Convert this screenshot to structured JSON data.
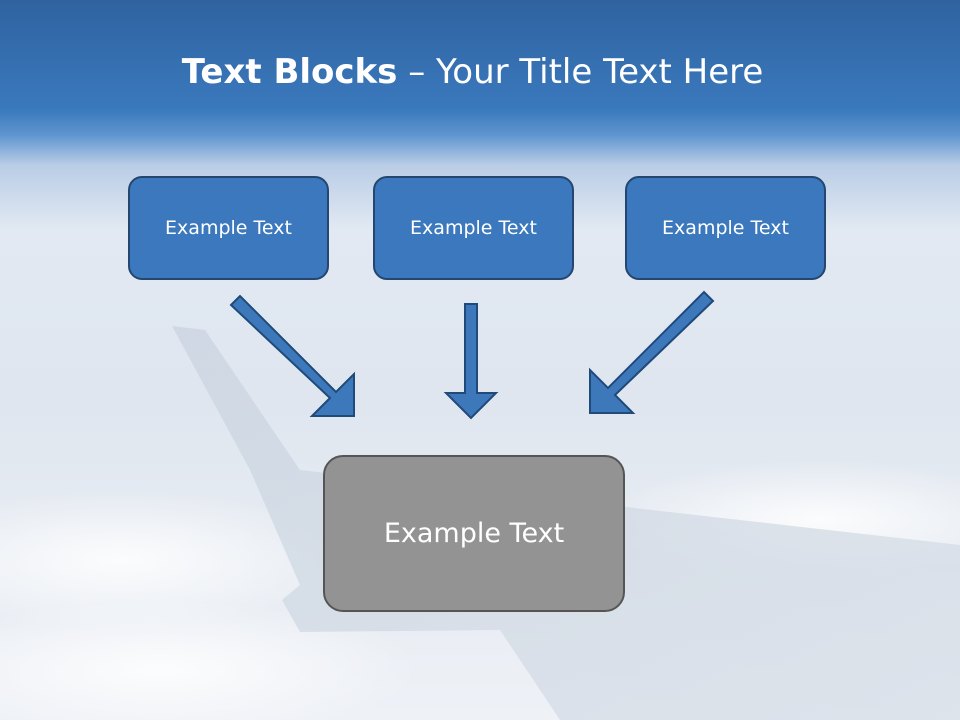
{
  "slide": {
    "title_bold": "Text Blocks",
    "title_separator": "–",
    "title_rest": "Your Title Text Here"
  },
  "blocks": [
    {
      "label": "Example Text"
    },
    {
      "label": "Example Text"
    },
    {
      "label": "Example Text"
    }
  ],
  "center_block": {
    "label": "Example Text"
  },
  "colors": {
    "box_blue": "#3b78bd",
    "box_blue_border": "#24466f",
    "box_gray": "#939393",
    "box_gray_border": "#555555",
    "arrow_fill": "#3d78bb",
    "arrow_stroke": "#1f4a7a"
  }
}
